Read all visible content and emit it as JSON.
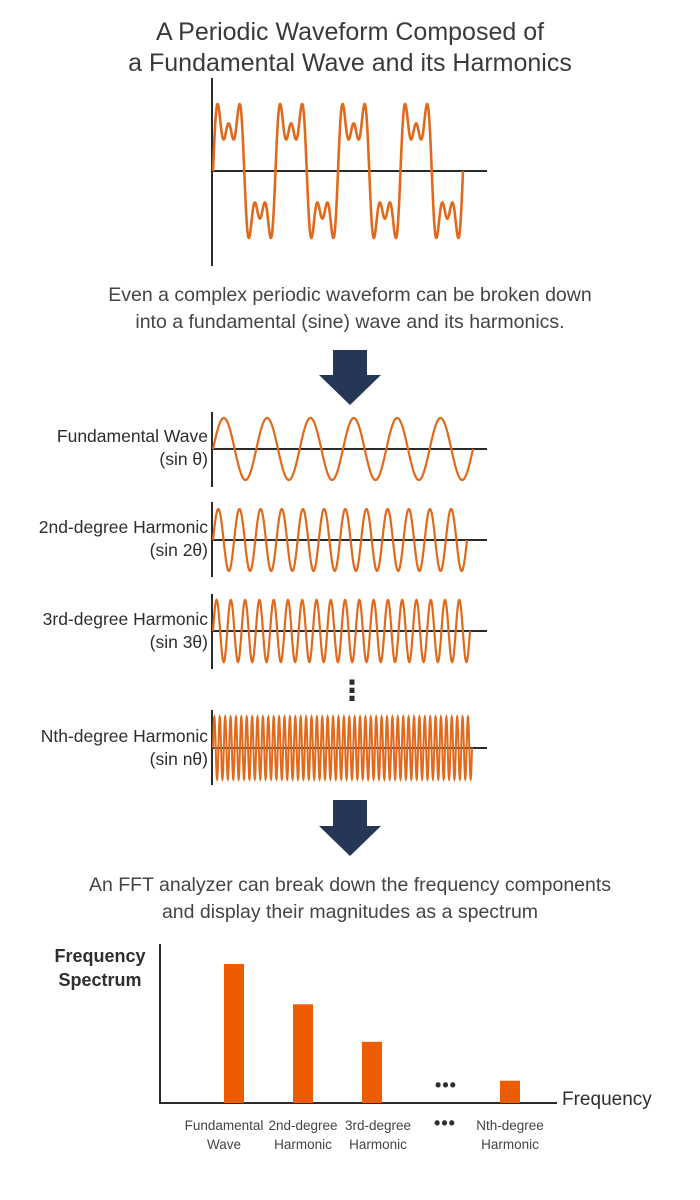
{
  "title": {
    "line1": "A Periodic Waveform Composed of",
    "line2": "a Fundamental Wave and its Harmonics"
  },
  "description1": {
    "line1": "Even a complex periodic waveform can be broken down",
    "line2": "into a fundamental (sine) wave and its harmonics."
  },
  "waves": [
    {
      "name": "Fundamental Wave",
      "formula": "(sin θ)",
      "cycles": 6
    },
    {
      "name": "2nd-degree Harmonic",
      "formula": "(sin 2θ)",
      "cycles": 12
    },
    {
      "name": "3rd-degree Harmonic",
      "formula": "(sin 3θ)",
      "cycles": 18
    },
    {
      "name": "Nth-degree Harmonic",
      "formula": "(sin nθ)",
      "cycles": 48
    }
  ],
  "ellipsis_vertical": "⋮",
  "description2": {
    "line1": "An FFT analyzer can break down the frequency components",
    "line2": "and display their magnitudes as a spectrum"
  },
  "chart_data": {
    "type": "bar",
    "ylabel": "Frequency Spectrum",
    "ylabel_line1": "Frequency",
    "ylabel_line2": "Spectrum",
    "xlabel": "Frequency",
    "categories": [
      {
        "line1": "Fundamental",
        "line2": "Wave"
      },
      {
        "line1": "2nd-degree",
        "line2": "Harmonic"
      },
      {
        "line1": "3rd-degree",
        "line2": "Harmonic"
      },
      {
        "line1": "•••",
        "line2": ""
      },
      {
        "line1": "Nth-degree",
        "line2": "Harmonic"
      }
    ],
    "values": [
      1.0,
      0.71,
      0.44,
      null,
      0.16
    ],
    "gap_marker": "•••",
    "ylim": [
      0,
      1.1
    ],
    "bar_color": "#ee5c00"
  },
  "colors": {
    "wave": "#e06a1c",
    "axis": "#2b2b2b",
    "arrow": "#263656",
    "bar": "#ee5c00"
  }
}
